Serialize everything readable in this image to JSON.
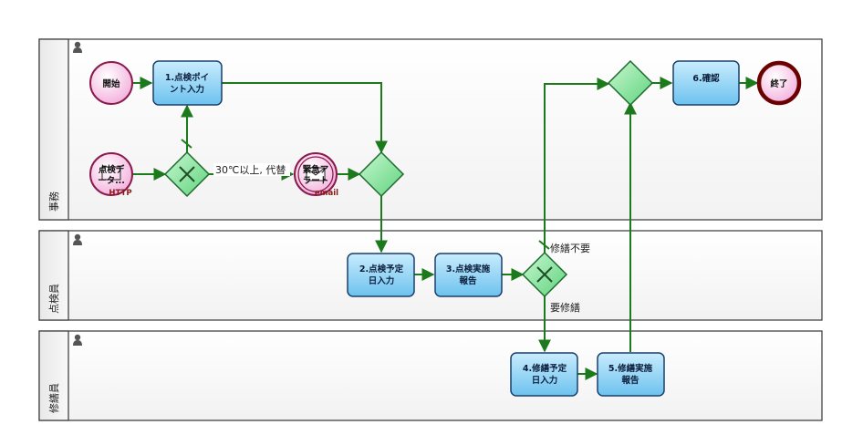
{
  "diagram": {
    "lanes": [
      {
        "id": "lane-jimu",
        "label": "事務"
      },
      {
        "id": "lane-tenken",
        "label": "点検員"
      },
      {
        "id": "lane-shuzen",
        "label": "修繕員"
      }
    ],
    "events": {
      "start": {
        "label": "開始"
      },
      "message_start": {
        "line1": "点検デ",
        "line2": "ータ...",
        "tag": "HTTP"
      },
      "alert": {
        "line1": "緊急ア",
        "line2": "ラート",
        "tag": "email"
      },
      "end": {
        "label": "終了"
      }
    },
    "tasks": {
      "t1": {
        "line1": "1.点検ポイ",
        "line2": "ント入力"
      },
      "t2": {
        "line1": "2.点検予定",
        "line2": "日入力"
      },
      "t3": {
        "line1": "3.点検実施",
        "line2": "報告"
      },
      "t4": {
        "line1": "4.修繕予定",
        "line2": "日入力"
      },
      "t5": {
        "line1": "5.修繕実施",
        "line2": "報告"
      },
      "t6": {
        "line1": "6.確認"
      }
    },
    "edge_labels": {
      "over30": "30℃以上, 代替",
      "no_repair": "修繕不要",
      "need_repair": "要修繕"
    },
    "colors": {
      "flow": "#1c7a1c",
      "task_fill": "#8fd0f5",
      "task_border": "#1a3f6b",
      "gateway_fill": "#8ee6a3",
      "event_fill": "#f9c9e8",
      "end_border": "#6b0000"
    }
  }
}
